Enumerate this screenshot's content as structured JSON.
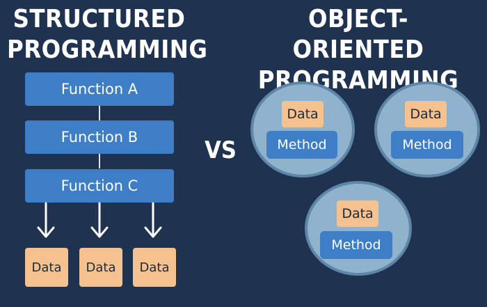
{
  "left_title": {
    "line1": "STRUCTURED",
    "line2": "PROGRAMMING"
  },
  "right_title": {
    "line1": "OBJECT-ORIENTED",
    "line2": "PROGRAMMING"
  },
  "functions": [
    "Function A",
    "Function B",
    "Function C"
  ],
  "data_items": [
    "Data",
    "Data",
    "Data"
  ],
  "vs_label": "VS",
  "objects": [
    {
      "data": "Data",
      "method": "Method"
    },
    {
      "data": "Data",
      "method": "Method"
    },
    {
      "data": "Data",
      "method": "Method"
    }
  ],
  "colors": {
    "background": "#1f3350",
    "function_box": "#3d7ec7",
    "data_box": "#f5c18e",
    "object_ellipse": "#8fb2cd"
  }
}
